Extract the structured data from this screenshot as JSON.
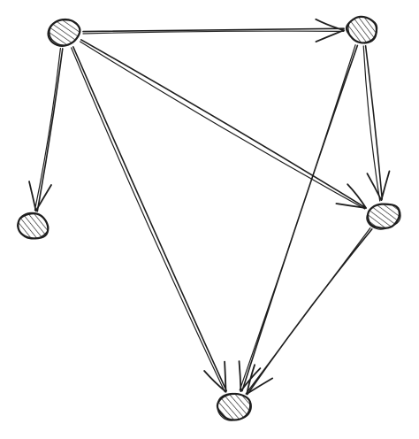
{
  "diagram": {
    "style": "hand-drawn sketch",
    "colors": {
      "background": "#ffffff",
      "stroke": "#1e1e1e",
      "node_hatch": "#1e1e1e"
    },
    "nodes": [
      {
        "id": "n1"
      },
      {
        "id": "n2"
      },
      {
        "id": "n3"
      },
      {
        "id": "n4"
      },
      {
        "id": "n5"
      }
    ],
    "edges": [
      {
        "from": "n1",
        "to": "n2",
        "arrow": "open"
      },
      {
        "from": "n1",
        "to": "n3",
        "arrow": "open"
      },
      {
        "from": "n1",
        "to": "n4",
        "arrow": "open"
      },
      {
        "from": "n1",
        "to": "n5",
        "arrow": "open"
      },
      {
        "from": "n2",
        "to": "n4",
        "arrow": "open"
      },
      {
        "from": "n2",
        "to": "n5",
        "arrow": "open"
      },
      {
        "from": "n4",
        "to": "n5",
        "arrow": "open"
      }
    ]
  }
}
